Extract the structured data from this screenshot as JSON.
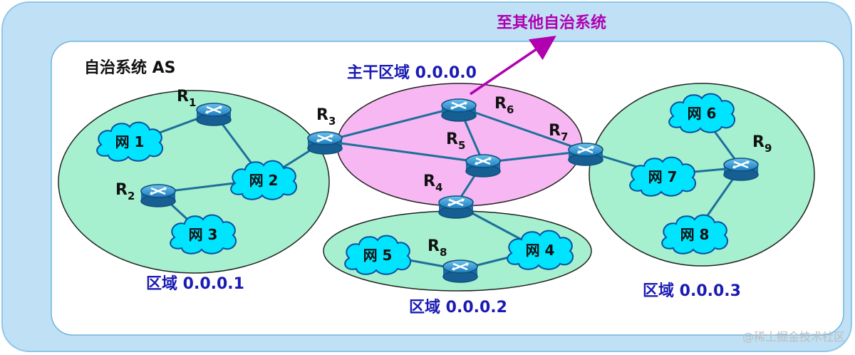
{
  "as_label": "自治系统 AS",
  "outside_label": "至其他自治系统",
  "areas": {
    "backbone": "主干区域 0.0.0.0",
    "area1": "区域 0.0.0.1",
    "area2": "区域 0.0.0.2",
    "area3": "区域 0.0.0.3"
  },
  "routers": {
    "R1": {
      "base": "R",
      "sub": "1"
    },
    "R2": {
      "base": "R",
      "sub": "2"
    },
    "R3": {
      "base": "R",
      "sub": "3"
    },
    "R4": {
      "base": "R",
      "sub": "4"
    },
    "R5": {
      "base": "R",
      "sub": "5"
    },
    "R6": {
      "base": "R",
      "sub": "6"
    },
    "R7": {
      "base": "R",
      "sub": "7"
    },
    "R8": {
      "base": "R",
      "sub": "8"
    },
    "R9": {
      "base": "R",
      "sub": "9"
    }
  },
  "networks": {
    "N1": "网 1",
    "N2": "网 2",
    "N3": "网 3",
    "N4": "网 4",
    "N5": "网 5",
    "N6": "网 6",
    "N7": "网 7",
    "N8": "网 8"
  },
  "watermark": "@稀土掘金技术社区",
  "colors": {
    "outer_frame": "#bfe0f5",
    "area_fill": "#a6f0cf",
    "backbone_fill": "#f7b7f2",
    "link": "#1e6f9a",
    "cloud_fill": "#00e4ff",
    "label_blue": "#1a1ab5",
    "label_magenta": "#b000b0"
  }
}
